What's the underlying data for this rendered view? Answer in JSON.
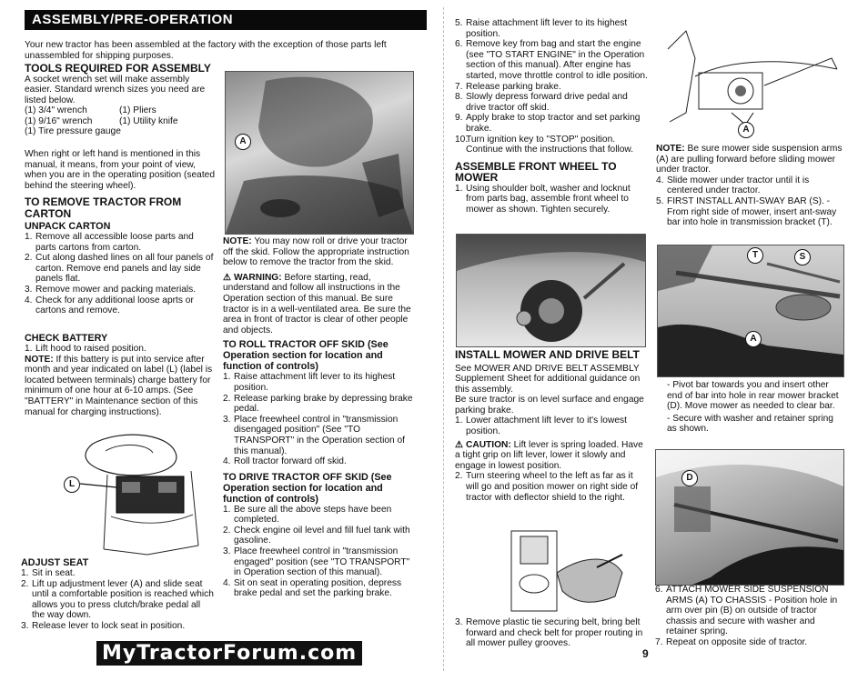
{
  "left_page": {
    "banner": "ASSEMBLY/PRE-OPERATION",
    "intro": "Your new tractor has been assembled at the factory with the exception of those parts left unassembled for shipping purposes.",
    "tools_heading": "TOOLS REQUIRED FOR ASSEMBLY",
    "tools_text": "A socket wrench set will make assembly easier. Standard wrench sizes you need are listed below.",
    "tools_list": [
      [
        "(1) 3/4\" wrench",
        "(1) Pliers"
      ],
      [
        "(1) 9/16\" wrench",
        "(1) Utility knife"
      ],
      [
        "(1) Tire pressure gauge",
        ""
      ]
    ],
    "right_left_text": "When right or left hand is mentioned in this manual, it means, from your point of view, when you are in the operating position (seated behind the steering wheel).",
    "remove_heading_1": "TO REMOVE TRACTOR FROM",
    "remove_heading_2": "CARTON",
    "unpack_heading": "UNPACK CARTON",
    "unpack_steps": [
      {
        "n": "1.",
        "text": "Remove all accessible loose parts and parts cartons from carton."
      },
      {
        "n": "2.",
        "text": "Cut along dashed lines on all four panels of carton. Remove end panels and lay side panels flat."
      },
      {
        "n": "3.",
        "text": "Remove mower and packing materials."
      },
      {
        "n": "4.",
        "text": "Check for any additional loose aprts or cartons and remove."
      }
    ],
    "battery_heading": "CHECK BATTERY",
    "battery_step": {
      "n": "1.",
      "text": "Lift hood to raised position."
    },
    "battery_note_label": "NOTE:",
    "battery_note": "If this battery is put into service after month and year indicated on label (L) (label is located between terminals) charge battery for minimum of one hour at 6-10 amps. (See \"BATTERY\" in Maintenance section of this manual for charging instructions).",
    "label_L": "L",
    "label_A_seat": "A",
    "adjust_heading": "ADJUST SEAT",
    "adjust_steps": [
      {
        "n": "1.",
        "text": "Sit in seat."
      },
      {
        "n": "2.",
        "text": "Lift up adjustment lever (A) and slide seat until a comfortable position is reached which allows you to press clutch/brake pedal all the way down."
      },
      {
        "n": "3.",
        "text": "Release lever to lock seat in position."
      }
    ],
    "mid_note_label": "NOTE:",
    "mid_note": "You may now roll or drive your tractor off the skid. Follow the appropriate instruction below to remove the tractor from the skid.",
    "warning_label": "WARNING:",
    "warning": "Before starting, read, understand and follow all instructions in the Operation section of this manual. Be sure tractor is in a well-ventilated area. Be sure the area in front of tractor is clear of other people and objects.",
    "roll_heading": "TO ROLL TRACTOR OFF SKID (See Operation section for location and function of controls)",
    "roll_steps": [
      {
        "n": "1.",
        "text": "Raise attachment lift lever to its highest position."
      },
      {
        "n": "2.",
        "text": "Release parking brake by depressing brake pedal."
      },
      {
        "n": "3.",
        "text": "Place freewheel control in \"transmission disengaged position\" (See \"TO TRANSPORT\" in the Operation section of this manual)."
      },
      {
        "n": "4.",
        "text": "Roll tractor forward off skid."
      }
    ],
    "drive_heading": "TO DRIVE TRACTOR OFF SKID (See Operation section for location and function of controls)",
    "drive_steps": [
      {
        "n": "1.",
        "text": "Be sure all the above steps have been completed."
      },
      {
        "n": "2.",
        "text": "Check engine oil level and fill fuel tank with gasoline."
      },
      {
        "n": "3.",
        "text": "Place freewheel control in \"transmission engaged\" position (see \"TO TRANSPORT\" in Operation section of this manual)."
      },
      {
        "n": "4.",
        "text": "Sit on seat in operating position, depress brake pedal and set the parking brake."
      }
    ],
    "logo": "MyTractorForum.com"
  },
  "right_page": {
    "drive_steps_cont": [
      {
        "n": "5.",
        "text": "Raise attachment lift lever to its highest position."
      },
      {
        "n": "6.",
        "text": "Remove key from bag and start the engine (see \"TO START ENGINE\" in the Operation section of this manual). After engine has started, move throttle control to idle position."
      },
      {
        "n": "7.",
        "text": "Release parking brake."
      },
      {
        "n": "8.",
        "text": "Slowly depress forward drive pedal and drive tractor off skid."
      },
      {
        "n": "9.",
        "text": "Apply brake to stop tractor and set parking brake."
      },
      {
        "n": "10.",
        "text": "Turn ignition key to \"STOP\" position. Continue with the instructions that follow."
      }
    ],
    "wheel_heading": "ASSEMBLE FRONT WHEEL TO MOWER",
    "wheel_steps": [
      {
        "n": "1.",
        "text": "Using shoulder bolt, washer and locknut from parts bag, assemble front wheel to mower as shown. Tighten securely."
      }
    ],
    "install_heading": "INSTALL MOWER AND DRIVE BELT",
    "install_text1": "See MOWER AND DRIVE BELT ASSEMBLY Supplement Sheet for additional guidance on this assembly.",
    "install_text2": "Be sure tractor is on level surface and engage parking brake.",
    "install_step1": {
      "n": "1.",
      "text": "Lower attachment lift lever to it's lowest position."
    },
    "caution_label": "CAUTION:",
    "caution": "Lift lever is spring loaded. Have a tight grip on lift lever, lower it slowly and engage in lowest position.",
    "install_step2": {
      "n": "2.",
      "text": "Turn steering wheel to the left as far as it will go and position mower on right side of tractor with deflector shield to the right."
    },
    "install_step3": {
      "n": "3.",
      "text": "Remove plastic tie securing belt, bring belt forward and check belt for proper routing in all mower pulley grooves."
    },
    "page_number": "9",
    "note_label": "NOTE:",
    "note": "Be sure mower side suspension arms (A) are pulling forward before sliding mower under tractor.",
    "steps_4_5": [
      {
        "n": "4.",
        "text": "Slide mower under tractor until it is centered under tractor."
      },
      {
        "n": "5.",
        "text": "FIRST INSTALL ANTI-SWAY BAR (S). - From right side of mower, insert ant-sway bar into hole in transmission bracket (T)."
      }
    ],
    "pivot_text": "- Pivot bar towards you and insert other end of bar into hole in rear mower bracket (D). Move mower as needed to clear bar.",
    "secure_text": "- Secure with washer and retainer spring as shown.",
    "steps_6_7": [
      {
        "n": "6.",
        "text": "ATTACH MOWER SIDE SUSPENSION ARMS (A) TO CHASSIS - Position hole in arm over pin (B) on outside of tractor chassis and secure with washer and retainer spring."
      },
      {
        "n": "7.",
        "text": "Repeat on opposite side of tractor."
      }
    ],
    "callouts": {
      "A": "A",
      "T": "T",
      "S": "S",
      "D": "D"
    }
  }
}
